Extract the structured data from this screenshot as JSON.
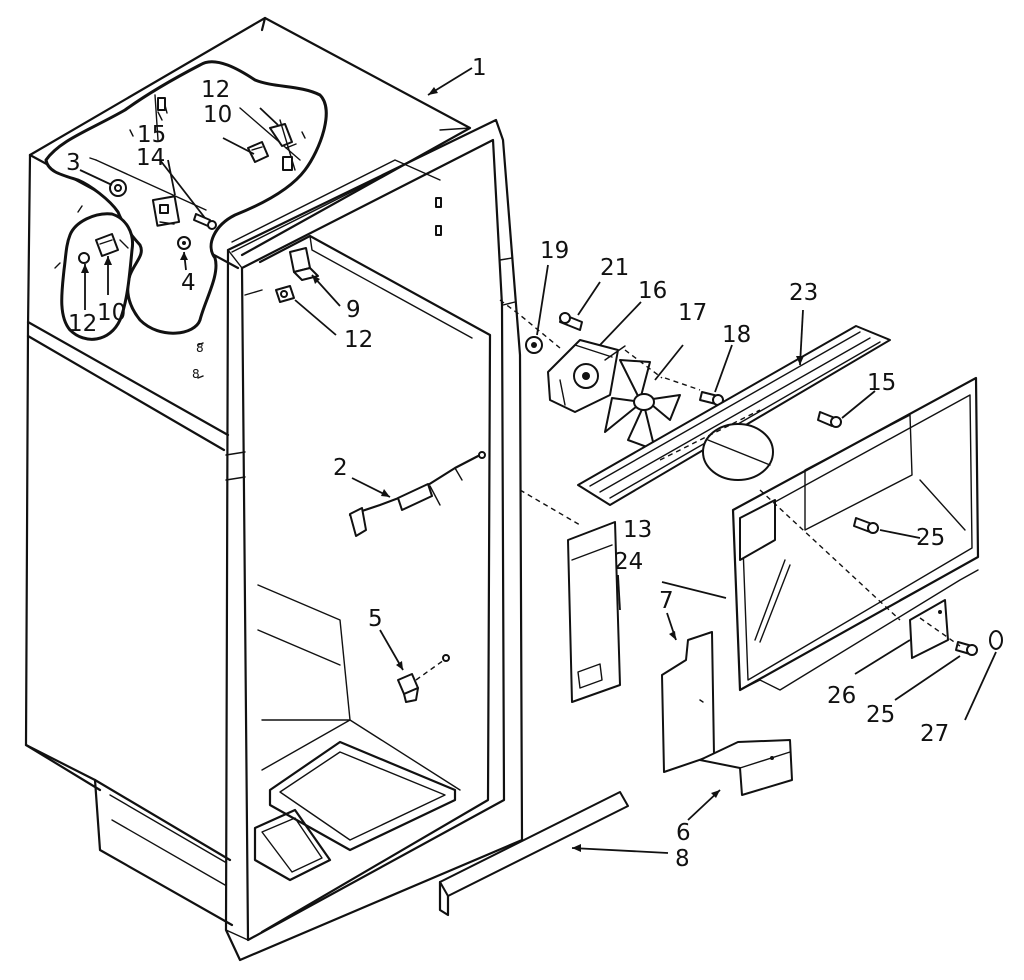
{
  "callouts": [
    {
      "id": "1",
      "text": "1"
    },
    {
      "id": "2",
      "text": "2"
    },
    {
      "id": "3",
      "text": "3"
    },
    {
      "id": "4",
      "text": "4"
    },
    {
      "id": "5",
      "text": "5"
    },
    {
      "id": "6",
      "text": "6"
    },
    {
      "id": "7",
      "text": "7"
    },
    {
      "id": "8",
      "text": "8"
    },
    {
      "id": "9",
      "text": "9"
    },
    {
      "id": "10a",
      "text": "10"
    },
    {
      "id": "10b",
      "text": "10"
    },
    {
      "id": "12a",
      "text": "12"
    },
    {
      "id": "12b",
      "text": "12"
    },
    {
      "id": "12c",
      "text": "12"
    },
    {
      "id": "13",
      "text": "13"
    },
    {
      "id": "14",
      "text": "14"
    },
    {
      "id": "15a",
      "text": "15"
    },
    {
      "id": "15b",
      "text": "15"
    },
    {
      "id": "16",
      "text": "16"
    },
    {
      "id": "17",
      "text": "17"
    },
    {
      "id": "18",
      "text": "18"
    },
    {
      "id": "19",
      "text": "19"
    },
    {
      "id": "21",
      "text": "21"
    },
    {
      "id": "23",
      "text": "23"
    },
    {
      "id": "24",
      "text": "24"
    },
    {
      "id": "25a",
      "text": "25"
    },
    {
      "id": "25b",
      "text": "25"
    },
    {
      "id": "26",
      "text": "26"
    },
    {
      "id": "27",
      "text": "27"
    }
  ]
}
